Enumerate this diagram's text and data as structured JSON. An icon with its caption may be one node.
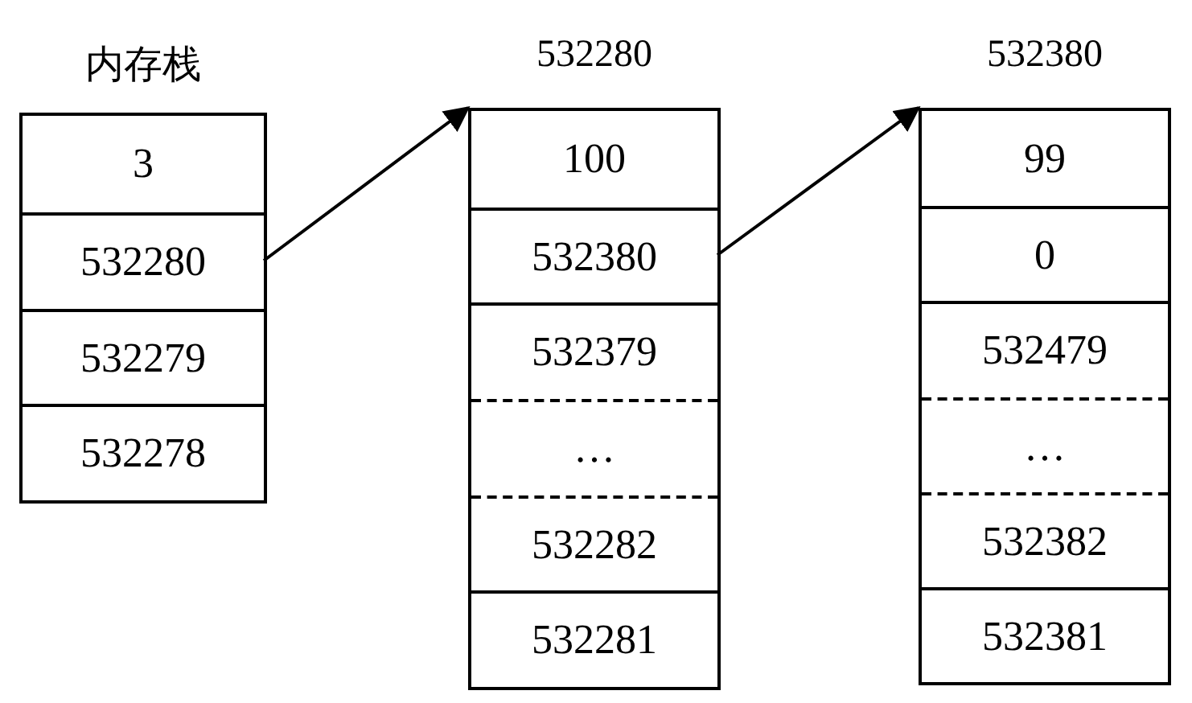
{
  "diagram": {
    "nodes": [
      {
        "text": [
          "内存栈"
        ]
      },
      {
        "text": [
          "3"
        ],
        "in": 0
      },
      {
        "text": [
          "532280"
        ],
        "in": 0
      },
      {
        "text": [
          "532279"
        ],
        "in": 0
      },
      {
        "text": [
          "532278"
        ],
        "in": 0
      },
      {
        "text": [
          "532280"
        ]
      },
      {
        "text": [
          "100"
        ],
        "in": 5
      },
      {
        "text": [
          "532380"
        ],
        "in": 5
      },
      {
        "text": [
          "532379"
        ],
        "in": 5
      },
      {
        "text": [
          "…"
        ],
        "in": 5
      },
      {
        "text": [
          "532282"
        ],
        "in": 5
      },
      {
        "text": [
          "532281"
        ],
        "in": 5
      },
      {
        "text": [
          "532380"
        ]
      },
      {
        "text": [
          "99"
        ],
        "in": 12
      },
      {
        "text": [
          "0"
        ],
        "in": 12
      },
      {
        "text": [
          "532479"
        ],
        "in": 12
      },
      {
        "text": [
          "…"
        ],
        "in": 12
      },
      {
        "text": [
          "532382"
        ],
        "in": 12
      },
      {
        "text": [
          "532381"
        ],
        "in": 12
      }
    ],
    "edges": [
      {
        "from": 2,
        "to": 5,
        "arrow": "to"
      },
      {
        "from": 7,
        "to": 12,
        "arrow": "to"
      }
    ]
  }
}
